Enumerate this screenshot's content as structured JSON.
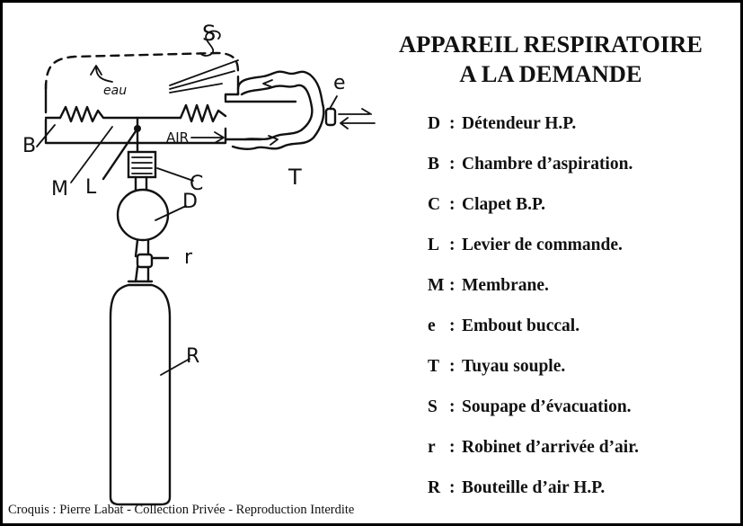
{
  "title": {
    "line1": "APPAREIL RESPIRATOIRE",
    "line2": "A LA DEMANDE"
  },
  "legend": [
    {
      "key": "D",
      "label": "Détendeur H.P."
    },
    {
      "key": "B",
      "label": "Chambre d’aspiration."
    },
    {
      "key": "C",
      "label": "Clapet B.P."
    },
    {
      "key": "L",
      "label": "Levier de commande."
    },
    {
      "key": "M",
      "label": "Membrane."
    },
    {
      "key": "e",
      "label": "Embout buccal."
    },
    {
      "key": "T",
      "label": "Tuyau souple."
    },
    {
      "key": "S",
      "label": "Soupape d’évacuation."
    },
    {
      "key": "r",
      "label": "Robinet d’arrivée d’air."
    },
    {
      "key": "R",
      "label": "Bouteille d’air H.P."
    }
  ],
  "separator": ":",
  "sketch_labels": {
    "S": "S",
    "eau": "eau",
    "e": "e",
    "B": "B",
    "AIR": "AIR",
    "M": "M",
    "L": "L",
    "C": "C",
    "T": "T",
    "D": "D",
    "r": "r",
    "R": "R"
  },
  "credit": "Croquis : Pierre Labat - Collection Privée - Reproduction Interdite"
}
